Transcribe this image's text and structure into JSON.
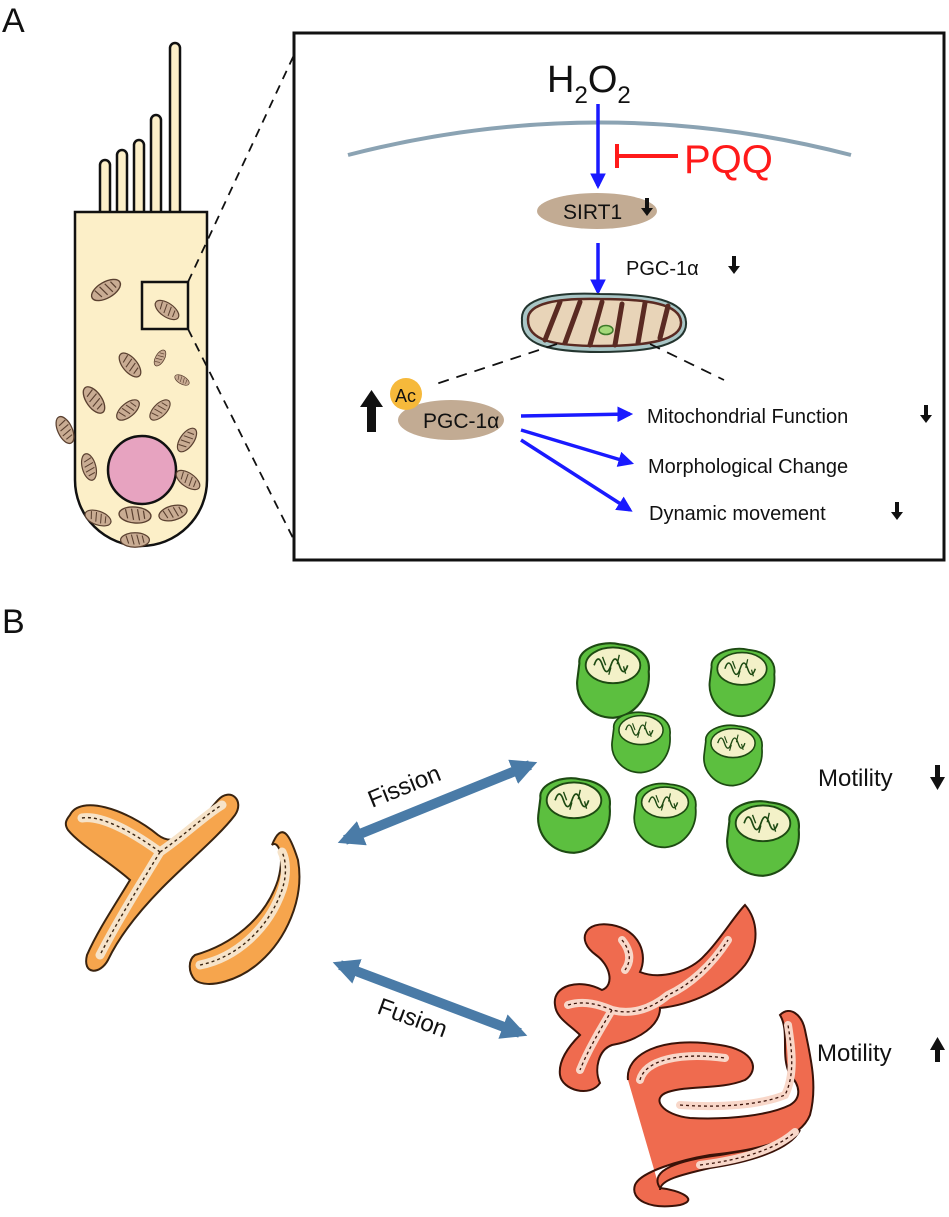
{
  "panel_a": {
    "letter": "A",
    "h2o2": {
      "h": "H",
      "sub1": "2",
      "o": "O",
      "sub2": "2"
    },
    "inhibitor": "PQQ",
    "sirt1": "SIRT1",
    "pgc_upper": "PGC-1α",
    "acetyl": "Ac",
    "pgc_lower": "PGC-1α",
    "outcomes": {
      "function": "Mitochondrial Function",
      "morphology": "Morphological Change",
      "movement": "Dynamic movement"
    },
    "colors": {
      "pathway_arrow": "#1a1aff",
      "inhibitor": "#ff1a1a",
      "membrane": "#8ba3b3",
      "cell_fill": "#fcefc8",
      "nucleus": "#e7a3c0",
      "protein": "#c2ab93",
      "acetyl": "#f6b93b"
    }
  },
  "panel_b": {
    "letter": "B",
    "fission": "Fission",
    "fusion": "Fusion",
    "motility_fission": "Motility",
    "motility_fusion": "Motility",
    "colors": {
      "double_arrow": "#4a7ba7",
      "normal_mito": "#f6a54d",
      "fragmented_mito": "#5cbf3f",
      "fused_mito": "#ef6b4f"
    }
  }
}
